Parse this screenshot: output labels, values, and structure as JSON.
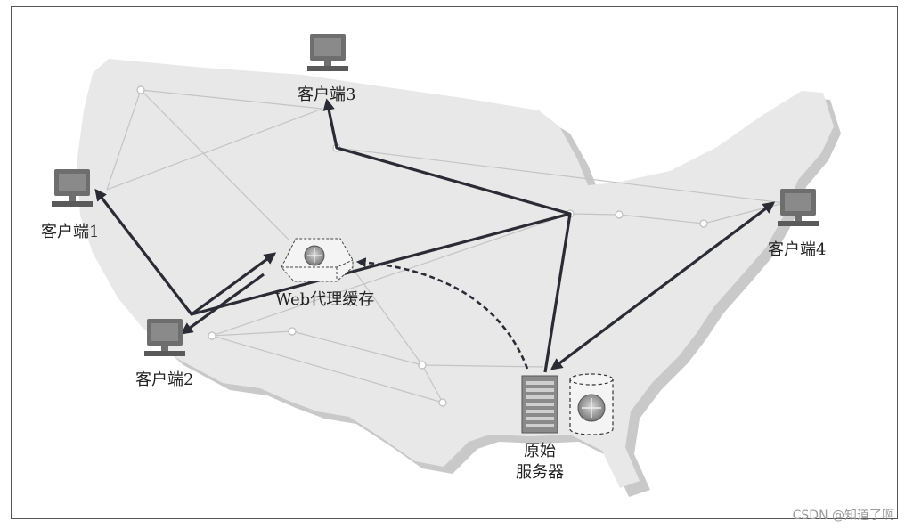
{
  "labels": {
    "client1": "客户端1",
    "client2": "客户端2",
    "client3": "客户端3",
    "client4": "客户端4",
    "proxy": "Web代理缓存",
    "server_line1": "原始",
    "server_line2": "服务器"
  },
  "watermark": "CSDN @知道了啊",
  "colors": {
    "map_fill": "#e8e8e8",
    "map_shadow": "#c9c9c9",
    "network_line": "#c4c4c4",
    "arrow": "#2b2b36",
    "device": "#6e6e6e"
  },
  "icons": [
    "monitor-icon",
    "server-tower-icon",
    "database-cylinder-icon",
    "proxy-cache-box-icon"
  ]
}
